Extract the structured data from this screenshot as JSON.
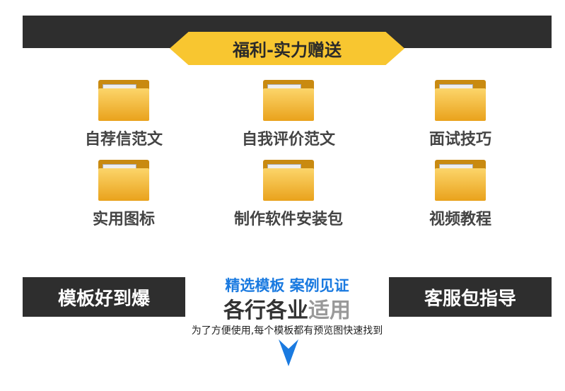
{
  "banner": {
    "title": "福利-实力赠送"
  },
  "items": [
    {
      "label": "自荐信范文",
      "icon": "folder-icon"
    },
    {
      "label": "自我评价范文",
      "icon": "folder-icon"
    },
    {
      "label": "面试技巧",
      "icon": "folder-icon"
    },
    {
      "label": "实用图标",
      "icon": "folder-icon"
    },
    {
      "label": "制作软件安装包",
      "icon": "folder-icon"
    },
    {
      "label": "视频教程",
      "icon": "folder-icon"
    }
  ],
  "bottom": {
    "left_box": "模板好到爆",
    "right_box": "客服包指导",
    "blue_line": "精选模板 案例见证",
    "big_dark": "各行各业",
    "big_gray": "适用",
    "note": "为了方便使用,每个模板都有预览图快速找到"
  },
  "colors": {
    "accent_yellow": "#f8c630",
    "dark": "#2e2e2e",
    "blue": "#1a7ae0"
  }
}
